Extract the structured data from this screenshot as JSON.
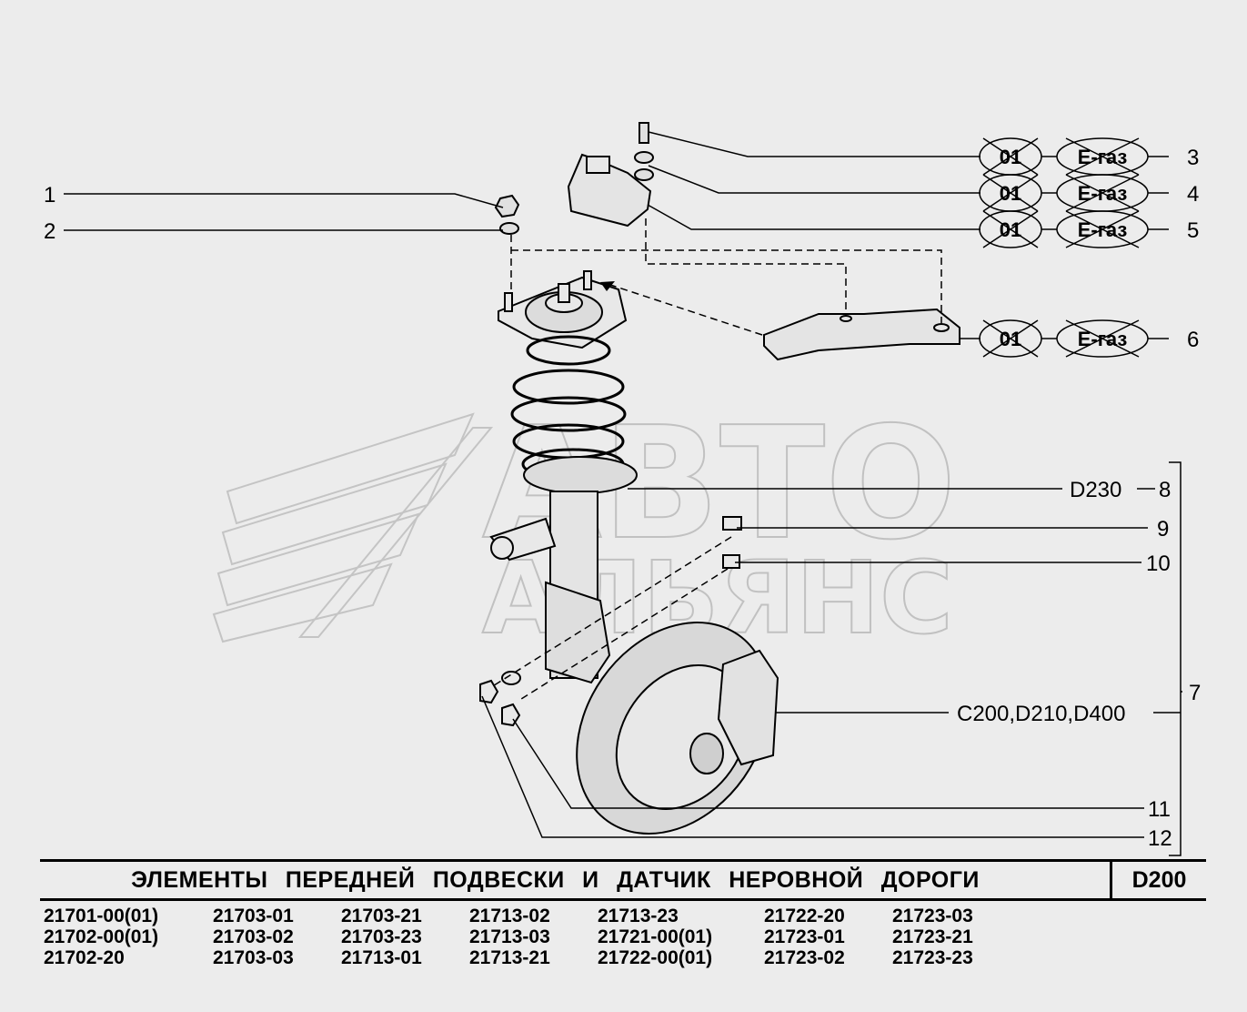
{
  "watermark": {
    "line1": "АВТО",
    "line2": "АЛЬЯНС"
  },
  "callouts": [
    {
      "num": "1"
    },
    {
      "num": "2"
    },
    {
      "num": "3"
    },
    {
      "num": "4"
    },
    {
      "num": "5"
    },
    {
      "num": "6"
    },
    {
      "num": "7"
    },
    {
      "num": "8"
    },
    {
      "num": "9"
    },
    {
      "num": "10"
    },
    {
      "num": "11"
    },
    {
      "num": "12"
    }
  ],
  "tags": {
    "oval_01": "01",
    "oval_egas": "Е-газ"
  },
  "refs": {
    "item8": "D230",
    "item7": "C200,D210,D400"
  },
  "title": "ЭЛЕМЕНТЫ ПЕРЕДНЕЙ ПОДВЕСКИ И ДАТЧИК НЕРОВНОЙ ДОРОГИ",
  "section_code": "D200",
  "models": [
    [
      "21701-00(01)",
      "21702-00(01)",
      "21702-20"
    ],
    [
      "21703-01",
      "21703-02",
      "21703-03"
    ],
    [
      "21703-21",
      "21703-23",
      "21713-01"
    ],
    [
      "21713-02",
      "21713-03",
      "21713-21"
    ],
    [
      "21713-23",
      "21721-00(01)",
      "21722-00(01)"
    ],
    [
      "21722-20",
      "21723-01",
      "21723-02"
    ],
    [
      "21723-03",
      "21723-21",
      "21723-23"
    ]
  ]
}
